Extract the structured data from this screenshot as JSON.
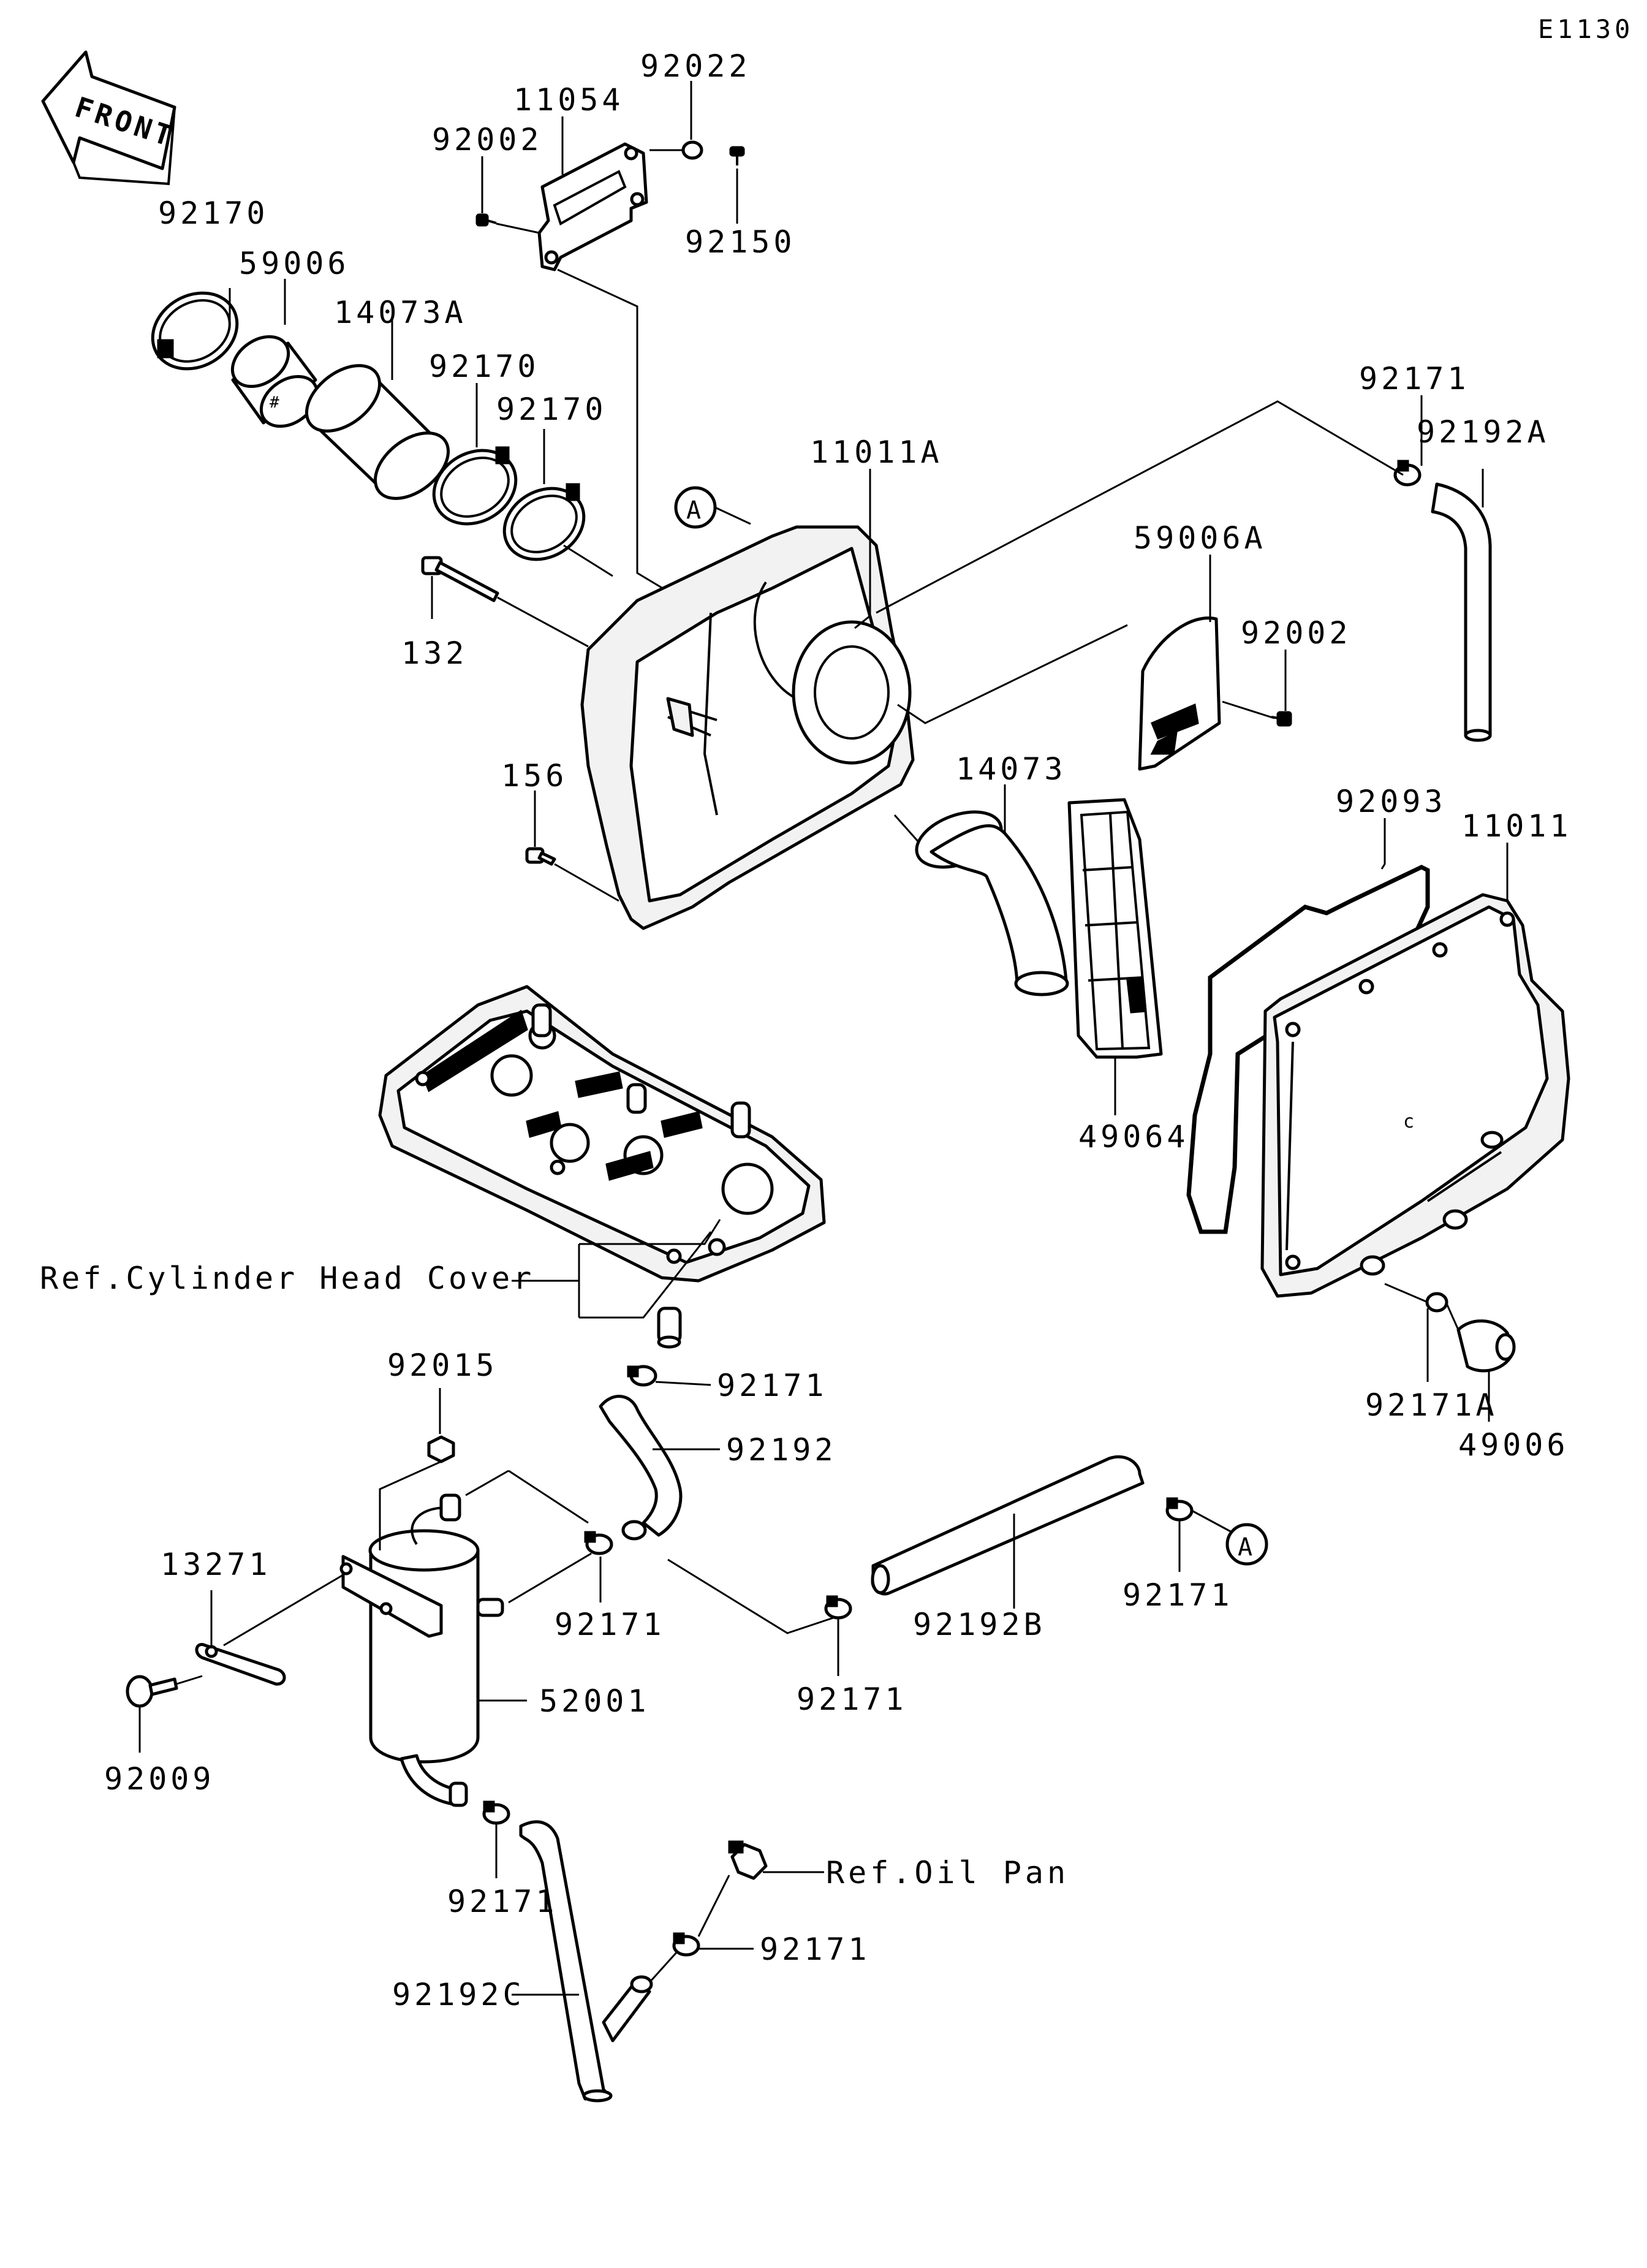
{
  "diagram_code": "E1130",
  "front_label": "FRONT",
  "callout_letter": "A",
  "labels": {
    "l_92022": "92022",
    "l_11054": "11054",
    "l_92002_top": "92002",
    "l_92150": "92150",
    "l_92170_a": "92170",
    "l_59006": "59006",
    "l_14073A": "14073A",
    "l_92170_b": "92170",
    "l_92170_c": "92170",
    "l_11011A": "11011A",
    "l_92171_top": "92171",
    "l_92192A": "92192A",
    "l_59006A": "59006A",
    "l_92002_right": "92002",
    "l_132": "132",
    "l_156": "156",
    "l_14073": "14073",
    "l_92093": "92093",
    "l_11011": "11011",
    "l_49064": "49064",
    "l_ref_cyl": "Ref.Cylinder Head Cover",
    "l_92015": "92015",
    "l_92171_a": "92171",
    "l_92192": "92192",
    "l_92171A": "92171A",
    "l_49006": "49006",
    "l_13271": "13271",
    "l_92171_b": "92171",
    "l_92192B": "92192B",
    "l_92171_c": "92171",
    "l_92171_d": "92171",
    "l_52001": "52001",
    "l_92009": "92009",
    "l_92171_e": "92171",
    "l_ref_oil": "Ref.Oil Pan",
    "l_92171_f": "92171",
    "l_92192C": "92192C"
  }
}
